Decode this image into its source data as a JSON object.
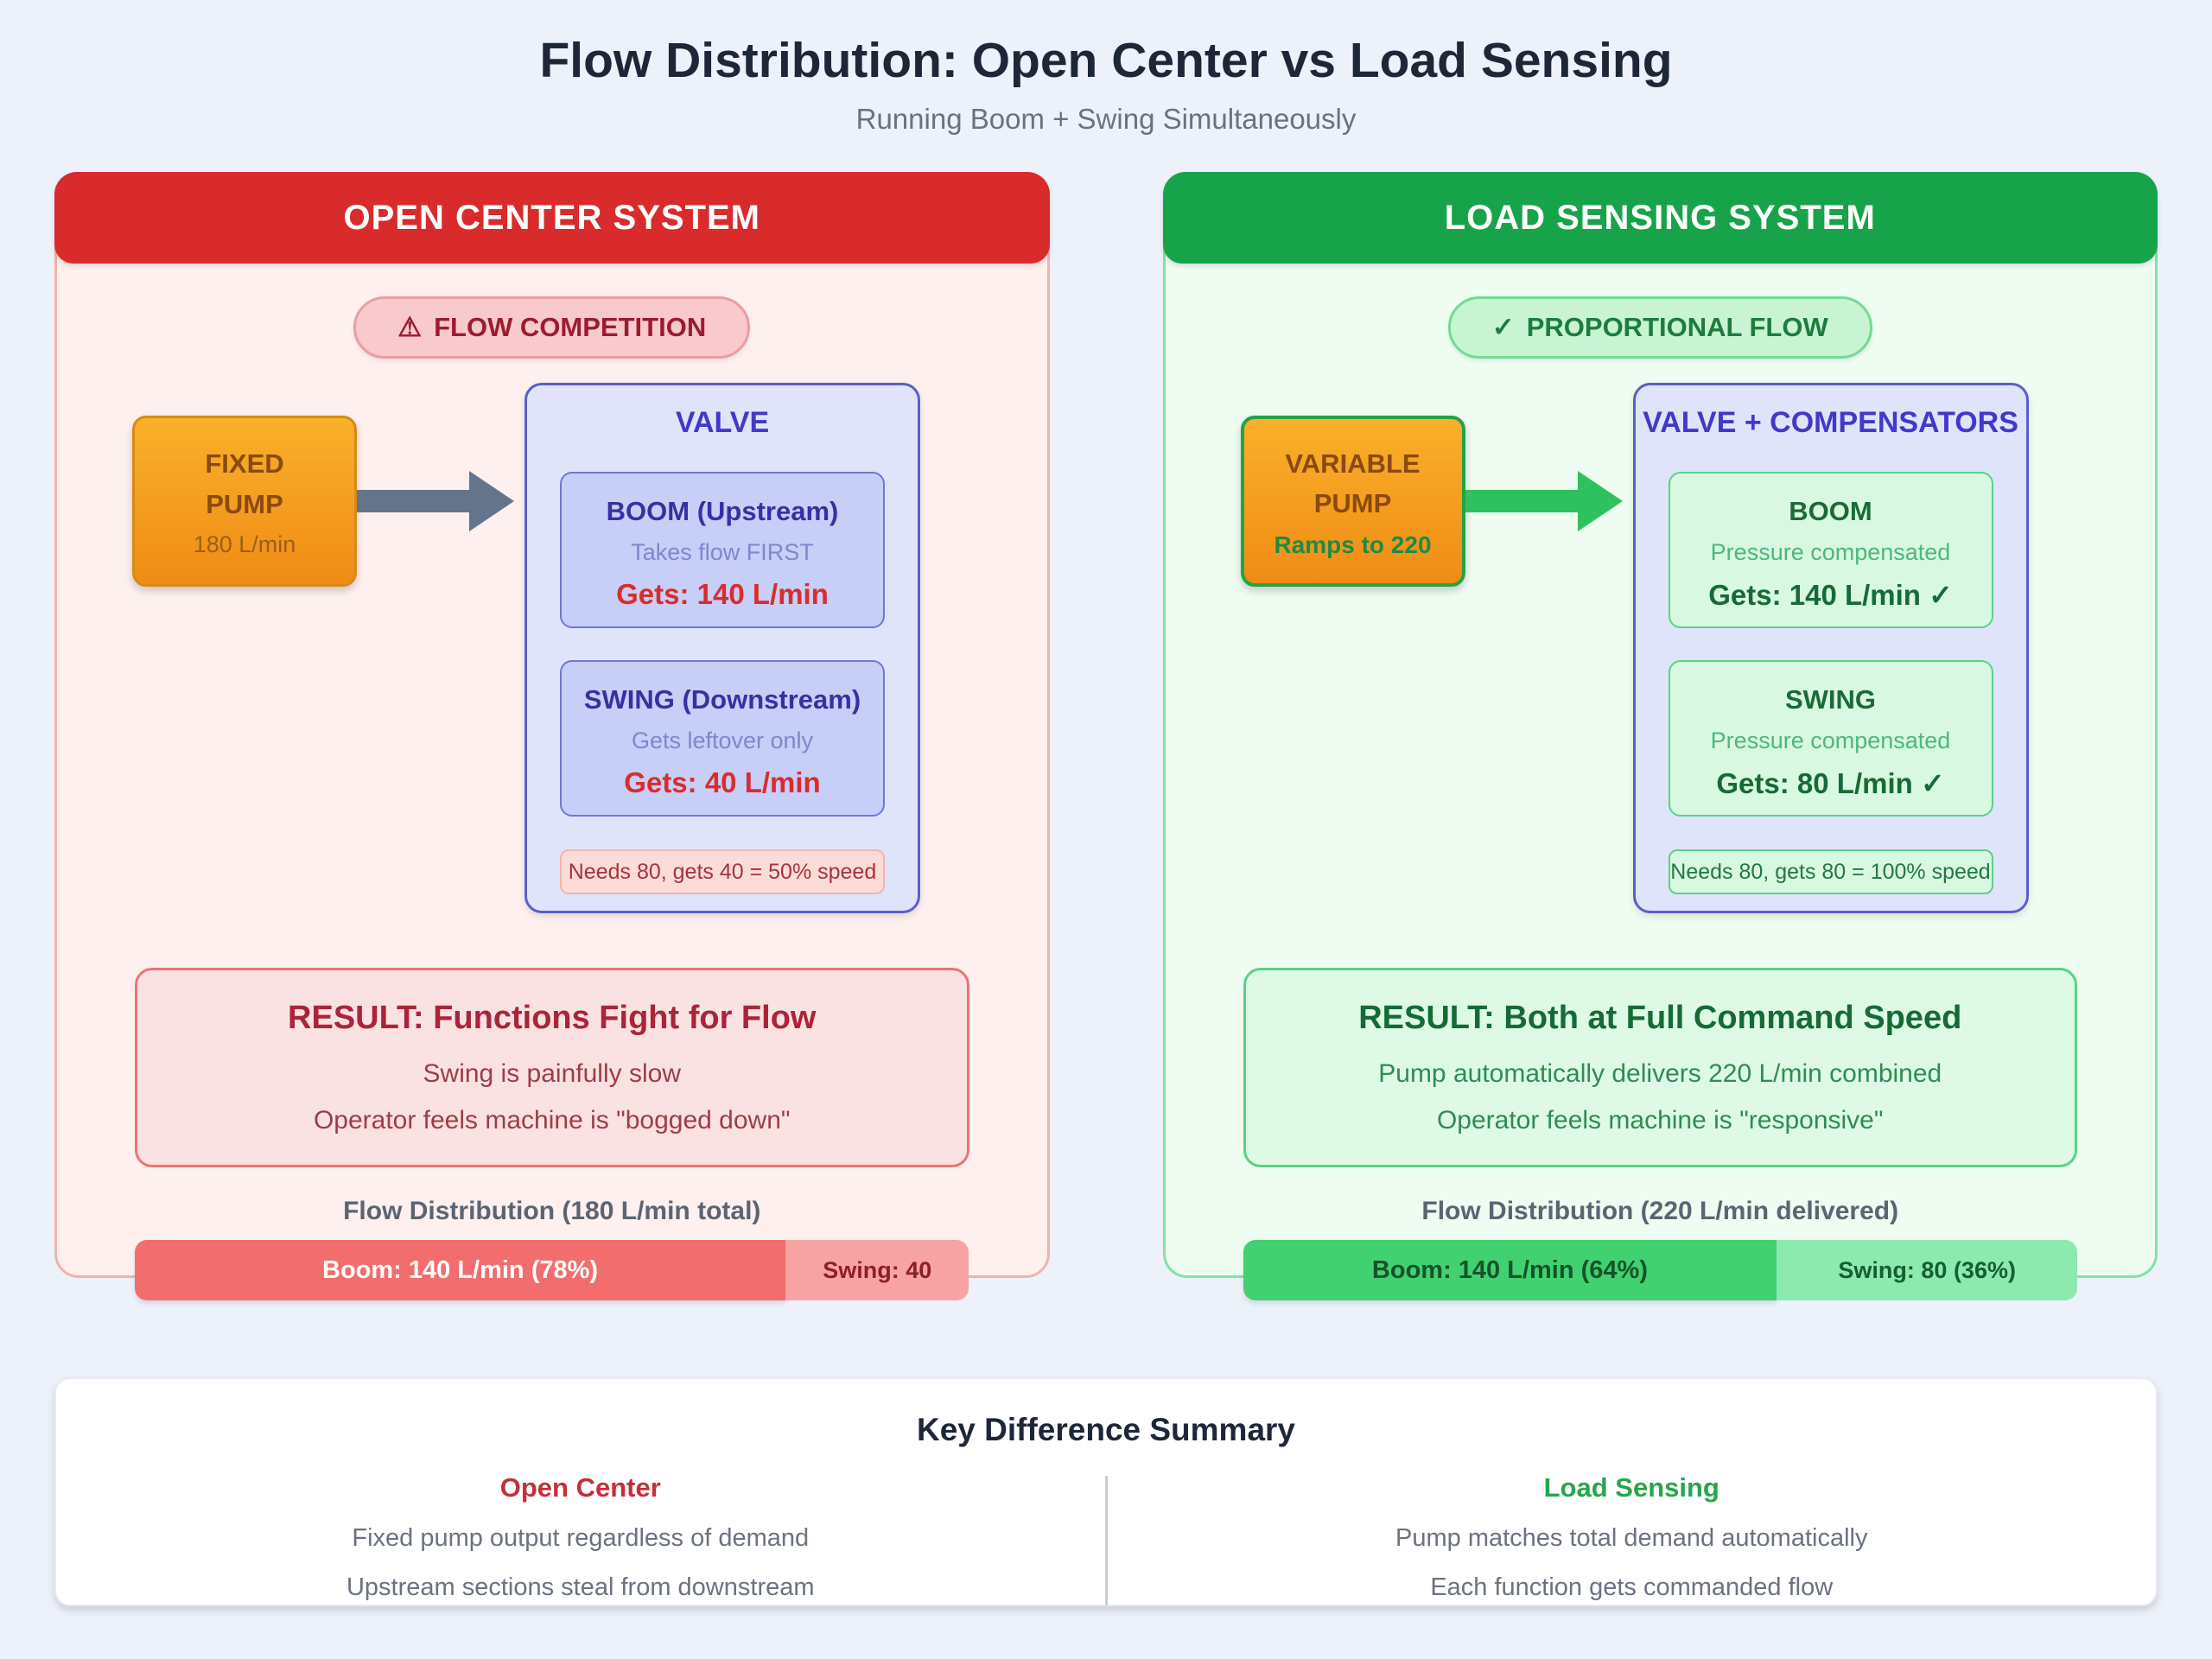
{
  "page": {
    "title": "Flow Distribution: Open Center vs Load Sensing",
    "subtitle": "Running Boom + Swing Simultaneously"
  },
  "panels": {
    "open_center": {
      "header": "OPEN CENTER SYSTEM",
      "badge_icon": "⚠",
      "badge_label": "FLOW COMPETITION",
      "pump": {
        "line1": "FIXED",
        "line2": "PUMP",
        "sub": "180 L/min"
      },
      "valve": {
        "title": "VALVE",
        "functions": [
          {
            "name": "BOOM (Upstream)",
            "desc": "Takes flow FIRST",
            "value": "Gets: 140 L/min"
          },
          {
            "name": "SWING (Downstream)",
            "desc": "Gets leftover only",
            "value": "Gets: 40 L/min"
          }
        ],
        "note": "Needs 80, gets 40 = 50% speed"
      },
      "result": {
        "title": "RESULT: Functions Fight for Flow",
        "line1": "Swing is painfully slow",
        "line2": "Operator feels machine is \"bogged down\""
      },
      "flow_label": "Flow Distribution (180 L/min total)",
      "bar": {
        "boom_label": "Boom: 140 L/min (78%)",
        "boom_pct": 78,
        "swing_label": "Swing: 40",
        "swing_pct": 22
      }
    },
    "load_sensing": {
      "header": "LOAD SENSING SYSTEM",
      "badge_icon": "✓",
      "badge_label": "PROPORTIONAL FLOW",
      "pump": {
        "line1": "VARIABLE",
        "line2": "PUMP",
        "sub": "Ramps to 220"
      },
      "valve": {
        "title": "VALVE + COMPENSATORS",
        "functions": [
          {
            "name": "BOOM",
            "desc": "Pressure compensated",
            "value": "Gets: 140 L/min ✓"
          },
          {
            "name": "SWING",
            "desc": "Pressure compensated",
            "value": "Gets: 80 L/min ✓"
          }
        ],
        "note": "Needs 80, gets 80 = 100% speed"
      },
      "result": {
        "title": "RESULT: Both at Full Command Speed",
        "line1": "Pump automatically delivers 220 L/min combined",
        "line2": "Operator feels machine is \"responsive\""
      },
      "flow_label": "Flow Distribution (220 L/min delivered)",
      "bar": {
        "boom_label": "Boom: 140 L/min (64%)",
        "boom_pct": 64,
        "swing_label": "Swing: 80 (36%)",
        "swing_pct": 36
      }
    }
  },
  "summary": {
    "title": "Key Difference Summary",
    "columns": [
      {
        "heading": "Open Center",
        "lines": [
          "Fixed pump output regardless of demand",
          "Upstream sections steal from downstream"
        ]
      },
      {
        "heading": "Load Sensing",
        "lines": [
          "Pump matches total demand automatically",
          "Each function gets commanded flow"
        ]
      }
    ]
  },
  "colors": {
    "open_center_red": "#d92b2b",
    "load_sensing_green": "#17a34a",
    "pump_orange": "#f5a623",
    "valve_indigo": "#5a5fc8",
    "boom_bar_red": "#f26d6d",
    "swing_bar_pink": "#f7a3a3",
    "boom_bar_green": "#42d170",
    "swing_bar_light_green": "#8ceaae",
    "page_background": "#edf1fa"
  }
}
